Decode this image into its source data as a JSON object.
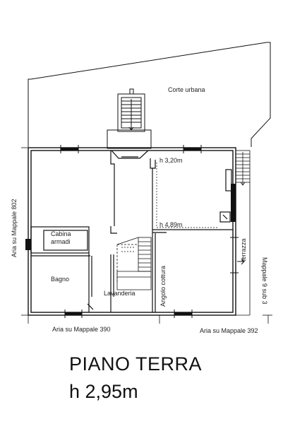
{
  "plan": {
    "labels": {
      "corte_urbana": "Corte urbana",
      "h_320": "h 3,20m",
      "h_489": "h 4,89m",
      "cabina_armadi": "Cabina\narmadi",
      "bagno": "Bagno",
      "lavanderia": "Lavanderia",
      "angolo_cottura": "Angolo cottura",
      "terrazza": "terrazza",
      "aria_mappale_802": "Aria su Mappale 802",
      "mappale_9_sub_3": "Mappale 9 sub 3",
      "aria_mappale_390": "Aria su Mappale 390",
      "aria_mappale_392": "Aria su Mappale 392"
    }
  },
  "footer": {
    "title": "PIANO TERRA",
    "height": "h 2,95m"
  }
}
